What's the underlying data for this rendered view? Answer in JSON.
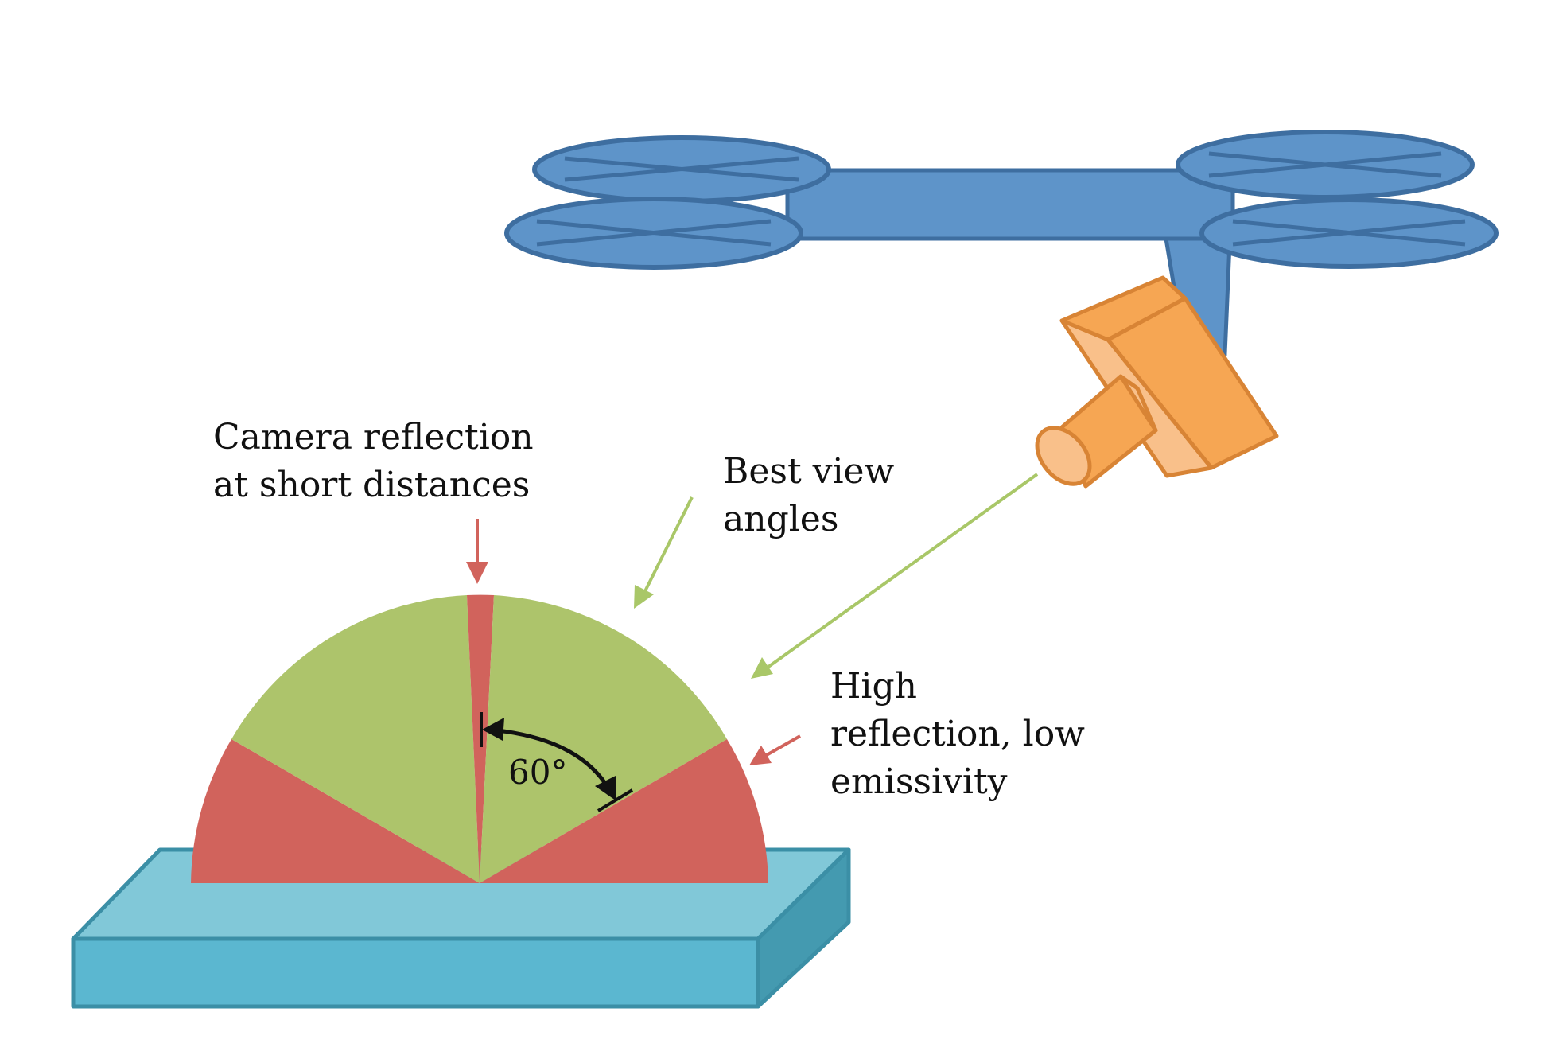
{
  "labels": {
    "camera_reflection": [
      "Camera reflection",
      "at short distances"
    ],
    "best_view": [
      "Best view",
      "angles"
    ],
    "high_reflection": [
      "High",
      "reflection, low",
      "emissivity"
    ],
    "angle": "60°"
  },
  "colors": {
    "good_zone": "#adc46b",
    "bad_zone": "#d1635c",
    "good_arrow": "#a9c768",
    "bad_arrow": "#d1635c",
    "drone_fill": "#5e94c9",
    "drone_stroke": "#3e6ea0",
    "camera_fill": "#f6a653",
    "camera_side": "#f9c08a",
    "camera_stroke": "#d88435",
    "block_top": "#81c8d8",
    "block_front": "#5bb7d0",
    "block_side": "#449ab0",
    "block_stroke": "#3b8fa6"
  },
  "icons": {
    "drone": "quadcopter-icon",
    "camera": "thermal-camera-icon",
    "surface": "inspection-object"
  }
}
